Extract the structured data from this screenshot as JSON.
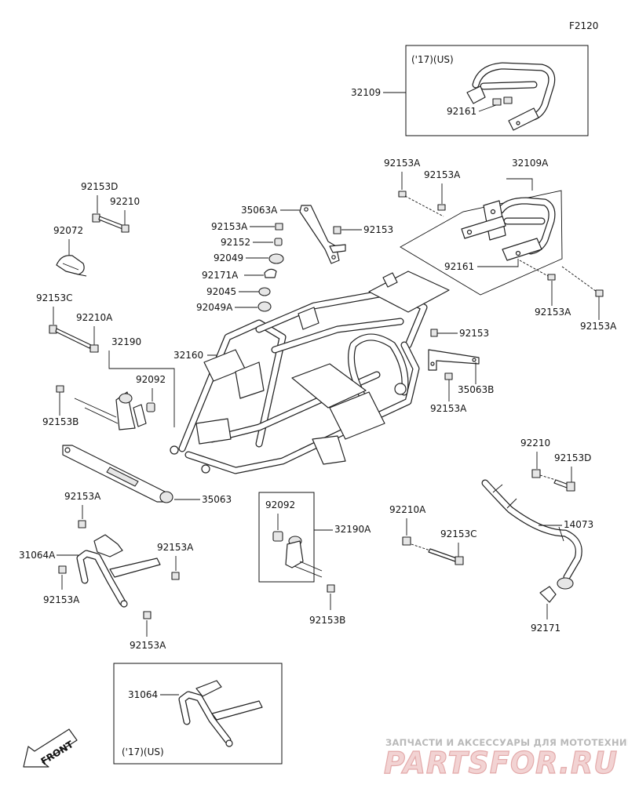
{
  "diagram_code": "F2120",
  "boxes": {
    "us_17_top": "('17)(US)",
    "us_17_bottom": "('17)(US)"
  },
  "front_marker": "FRONT",
  "watermark": {
    "caption": "ЗАПЧАСТИ И АКСЕССУАРЫ ДЛЯ МОТОТЕХНИКИ",
    "brand": "PARTSFOR.RU"
  },
  "parts": {
    "p32109": "32109",
    "p92161_top": "92161",
    "p32109A": "32109A",
    "p92153A_rack_left": "92153A",
    "p92153A_rack_mid": "92153A",
    "p92161_rack": "92161",
    "p92153A_rack_bottom": "92153A",
    "p92153A_rack_right": "92153A",
    "p92153D_left": "92153D",
    "p92210_left": "92210",
    "p92072": "92072",
    "p35063A": "35063A",
    "p92153A_stay": "92153A",
    "p92153_stay": "92153",
    "p92152": "92152",
    "p92049": "92049",
    "p92171A": "92171A",
    "p92045": "92045",
    "p92049A": "92049A",
    "p32160": "32160",
    "p92153C_left": "92153C",
    "p92210A_left": "92210A",
    "p32190": "32190",
    "p92092_left": "92092",
    "p92153B_left": "92153B",
    "p92153_rear": "92153",
    "p35063B": "35063B",
    "p92153A_rear": "92153A",
    "p35063": "35063",
    "p92153A_guard_top": "92153A",
    "p31064A": "31064A",
    "p92153A_guard_right": "92153A",
    "p92153A_guard_left": "92153A",
    "p92153A_guard_bottom": "92153A",
    "p92092_mid": "92092",
    "p32190A": "32190A",
    "p92153B_mid": "92153B",
    "p92210A_right": "92210A",
    "p92153C_right": "92153C",
    "p92210_right": "92210",
    "p92153D_right": "92153D",
    "p14073": "14073",
    "p92171": "92171",
    "p31064": "31064"
  }
}
